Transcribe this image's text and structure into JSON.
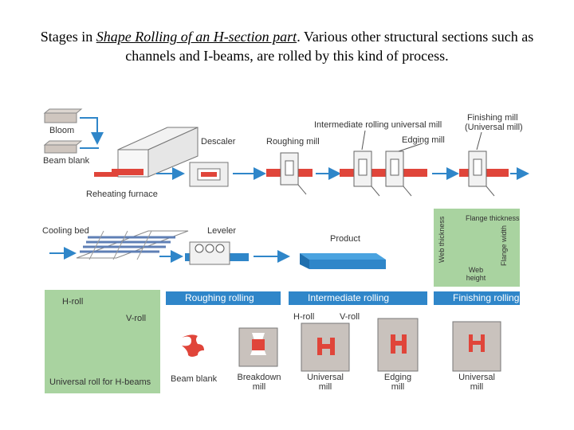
{
  "caption": {
    "prefix": "Stages in ",
    "link": "Shape Rolling of an H-section part",
    "suffix": ". Various other structural sections such as channels and I-beams, are rolled by this kind of process."
  },
  "top_row": {
    "bloom": "Bloom",
    "beam_blank": "Beam blank",
    "reheating_furnace": "Reheating furnace",
    "descaler": "Descaler",
    "roughing_mill": "Roughing mill",
    "intermediate_mill": "Intermediate rolling universal mill",
    "edging_mill": "Edging mill",
    "finishing_mill_1": "Finishing mill",
    "finishing_mill_2": "(Universal mill)"
  },
  "middle_row": {
    "cooling_bed": "Cooling bed",
    "leveler": "Leveler",
    "product": "Product",
    "flange_thickness": "Flange thickness",
    "web_thickness": "Web thickness",
    "flange_width": "Flange width",
    "web_height_1": "Web",
    "web_height_2": "height"
  },
  "bottom_row": {
    "h_roll": "H-roll",
    "v_roll": "V-roll",
    "universal_roll": "Universal roll for H-beams",
    "band_roughing": "Roughing rolling",
    "band_intermediate": "Intermediate rolling",
    "band_finishing": "Finishing rolling",
    "beam_blank": "Beam blank",
    "breakdown_1": "Breakdown",
    "breakdown_2": "mill",
    "h_roll_2": "H-roll",
    "v_roll_2": "V-roll",
    "universal_1": "Universal",
    "universal_2": "mill",
    "edging_1": "Edging",
    "edging_2": "mill",
    "universal_f1": "Universal",
    "universal_f2": "mill"
  },
  "colors": {
    "steel_red": "#e0453a",
    "arrow_blue": "#2f86c9",
    "band_blue": "#2f86c9",
    "panel_green": "#a9d3a0",
    "roll_gray": "#c9c2bd"
  }
}
